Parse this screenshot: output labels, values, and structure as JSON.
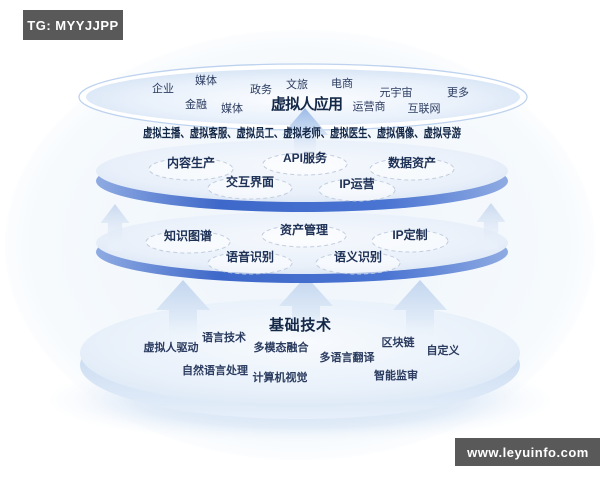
{
  "badges": {
    "telegram": "TG: MYYJJPP",
    "website": "www.leyuinfo.com"
  },
  "top_layer": {
    "title": "虚拟人应用",
    "items": [
      "企业",
      "媒体",
      "政务",
      "文旅",
      "电商",
      "元宇宙",
      "更多",
      "金融",
      "媒体",
      "运营商",
      "互联网"
    ],
    "roles_line": "虚拟主播、虚拟客服、虚拟员工、虚拟老师、虚拟医生、虚拟偶像、虚拟导游"
  },
  "platform_layer": {
    "items": [
      "内容生产",
      "API服务",
      "数据资产",
      "交互界面",
      "IP运营"
    ]
  },
  "capability_layer": {
    "items": [
      "知识图谱",
      "资产管理",
      "IP定制",
      "语音识别",
      "语义识别"
    ]
  },
  "base_layer": {
    "title": "基础技术",
    "items": [
      "虚拟人驱动",
      "语言技术",
      "多模态融合",
      "多语言翻译",
      "区块链",
      "自定义",
      "自然语言处理",
      "计算机视觉",
      "智能监审"
    ]
  },
  "colors": {
    "badge_bg": "#595959",
    "badge_text": "#ffffff",
    "rim_blue": "#3e68c9",
    "rim_blue_light": "#8fabe2",
    "text_navy": "#1d3055",
    "title_navy": "#132747",
    "dashed_stroke": "#c2cedf",
    "arrow_blue": "#9dbbe8",
    "platter_light": "#d9e5f5",
    "background": "#ffffff"
  }
}
